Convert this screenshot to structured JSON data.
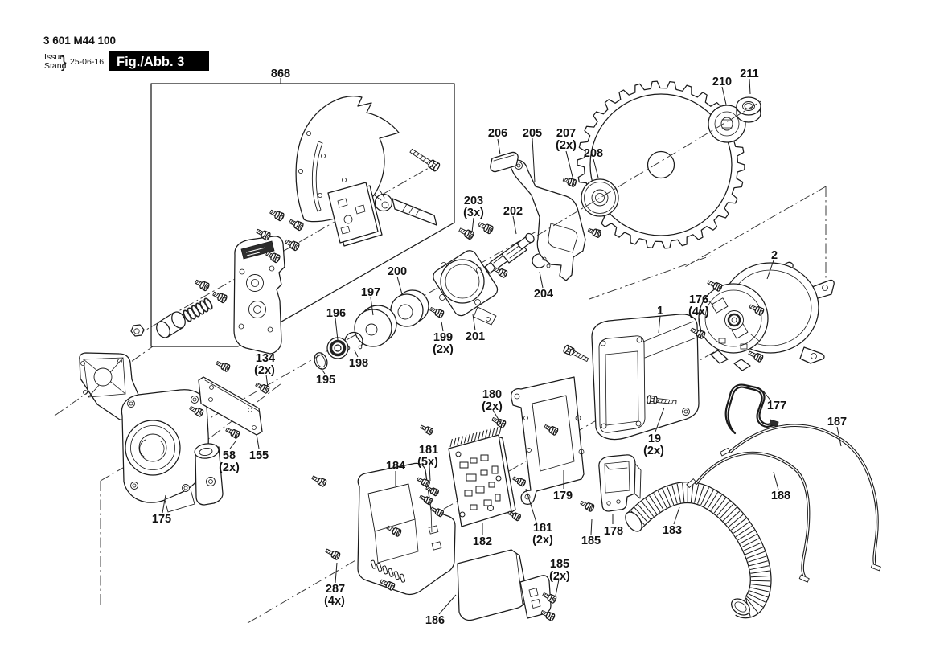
{
  "header": {
    "part_number": "3 601 M44 100",
    "issue_word": "Issue",
    "stand_word": "Stand",
    "brace": "}",
    "date": "25-06-16",
    "figure_label": "Fig./Abb. 3"
  },
  "colors": {
    "background": "#ffffff",
    "line": "#1a1a1a",
    "figure_box_bg": "#000000",
    "figure_box_text": "#ffffff"
  },
  "callouts": {
    "c868": {
      "text": "868"
    },
    "c206": {
      "text": "206"
    },
    "c205": {
      "text": "205"
    },
    "c207": {
      "text": "207",
      "qty": "(2x)"
    },
    "c208": {
      "text": "208"
    },
    "c210": {
      "text": "210"
    },
    "c211": {
      "text": "211"
    },
    "c203": {
      "text": "203",
      "qty": "(3x)"
    },
    "c202": {
      "text": "202"
    },
    "c204": {
      "text": "204"
    },
    "c2": {
      "text": "2"
    },
    "c1": {
      "text": "1"
    },
    "c176": {
      "text": "176",
      "qty": "(4x)"
    },
    "c177": {
      "text": "177"
    },
    "c19": {
      "text": "19",
      "qty": "(2x)"
    },
    "c196": {
      "text": "196"
    },
    "c197": {
      "text": "197"
    },
    "c198": {
      "text": "198"
    },
    "c195": {
      "text": "195"
    },
    "c200": {
      "text": "200"
    },
    "c199": {
      "text": "199",
      "qty": "(2x)"
    },
    "c201": {
      "text": "201"
    },
    "c134": {
      "text": "134",
      "qty": "(2x)"
    },
    "c58": {
      "text": "58",
      "qty": "(2x)"
    },
    "c155": {
      "text": "155"
    },
    "c175": {
      "text": "175"
    },
    "c180": {
      "text": "180",
      "qty": "(2x)"
    },
    "c179": {
      "text": "179"
    },
    "c184": {
      "text": "184"
    },
    "c181a": {
      "text": "181",
      "qty": "(5x)"
    },
    "c182": {
      "text": "182"
    },
    "c181b": {
      "text": "181",
      "qty": "(2x)"
    },
    "c287": {
      "text": "287",
      "qty": "(4x)"
    },
    "c186": {
      "text": "186"
    },
    "c185a": {
      "text": "185"
    },
    "c185b": {
      "text": "185",
      "qty": "(2x)"
    },
    "c178": {
      "text": "178"
    },
    "c183": {
      "text": "183"
    },
    "c187": {
      "text": "187"
    },
    "c188": {
      "text": "188"
    }
  }
}
